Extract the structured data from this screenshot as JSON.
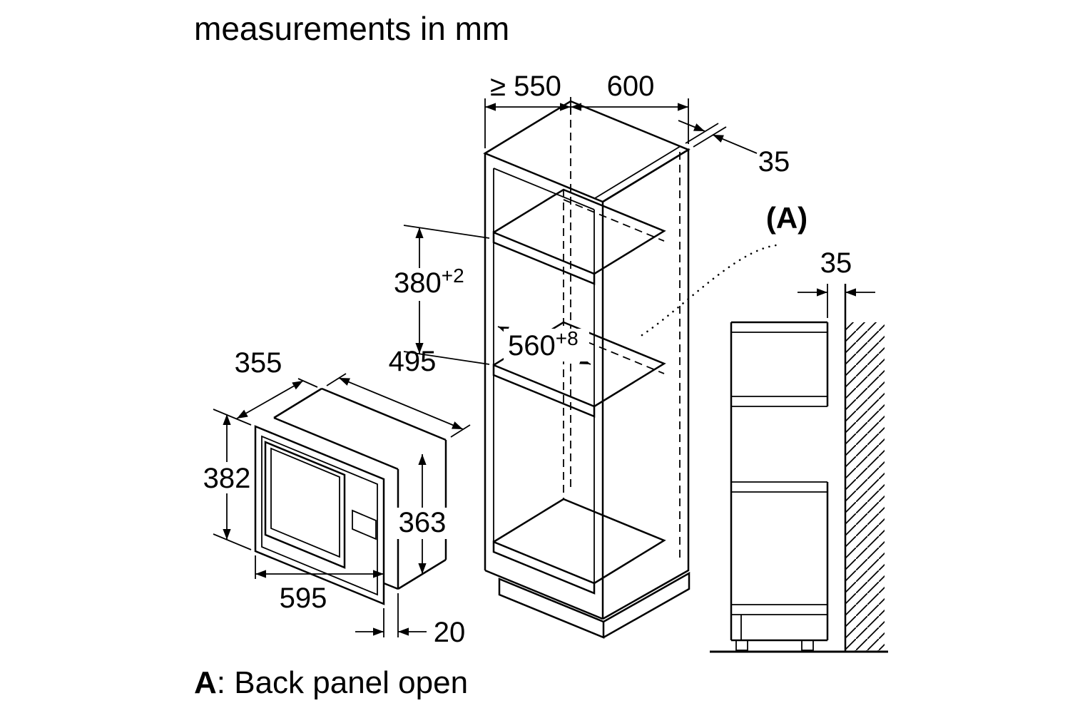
{
  "colors": {
    "line": "#000000",
    "background": "#ffffff"
  },
  "title": "measurements in mm",
  "note": {
    "label": "A",
    "text": ": Back panel open"
  },
  "cabinet": {
    "depth_min": "≥ 550",
    "width": "600",
    "side_panel_thickness": "35",
    "niche_height": {
      "value": "380",
      "tol": "+2"
    },
    "niche_width": {
      "value": "560",
      "tol": "+8"
    },
    "callout": "(A)"
  },
  "side_view": {
    "wall_gap": "35"
  },
  "microwave": {
    "depth": "355",
    "body_width": "495",
    "front_height": "382",
    "body_height": "363",
    "front_width": "595",
    "frame_gap": "20"
  }
}
